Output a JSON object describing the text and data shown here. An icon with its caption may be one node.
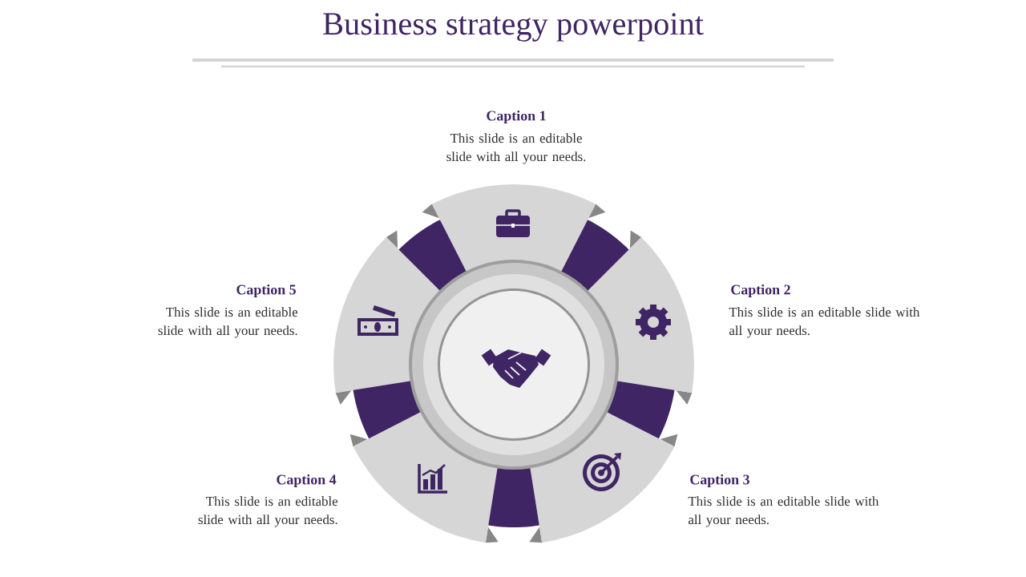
{
  "diagram": {
    "title": "Business strategy powerpoint",
    "nodes": [
      {
        "text": [],
        "shape": "band"
      },
      {
        "text": [],
        "shape": "band"
      },
      {
        "text": [],
        "shape": "band"
      },
      {
        "text": [],
        "shape": "band"
      },
      {
        "text": [],
        "shape": "band"
      }
    ],
    "labels": [
      "Caption 1",
      "This slide is an editable slide with all your needs.",
      "Caption 5",
      "This slide is an editable slide with all your needs.",
      "Caption 2",
      "This slide is an editable slide with all your needs.",
      "Caption 4",
      "This slide is an editable slide with all your needs.",
      "Caption 3",
      "This slide is an editable slide with all your needs."
    ]
  }
}
